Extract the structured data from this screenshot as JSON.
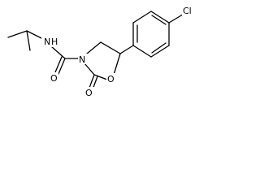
{
  "structure": {
    "atoms": {
      "chlorine": "Cl",
      "amide_nitrogen": "N",
      "amide_hydrogen": "H",
      "ring_nitrogen": "N",
      "carbonyl_oxygen_amide": "O",
      "carbonyl_oxygen_ring": "O",
      "ring_oxygen": "O"
    }
  }
}
